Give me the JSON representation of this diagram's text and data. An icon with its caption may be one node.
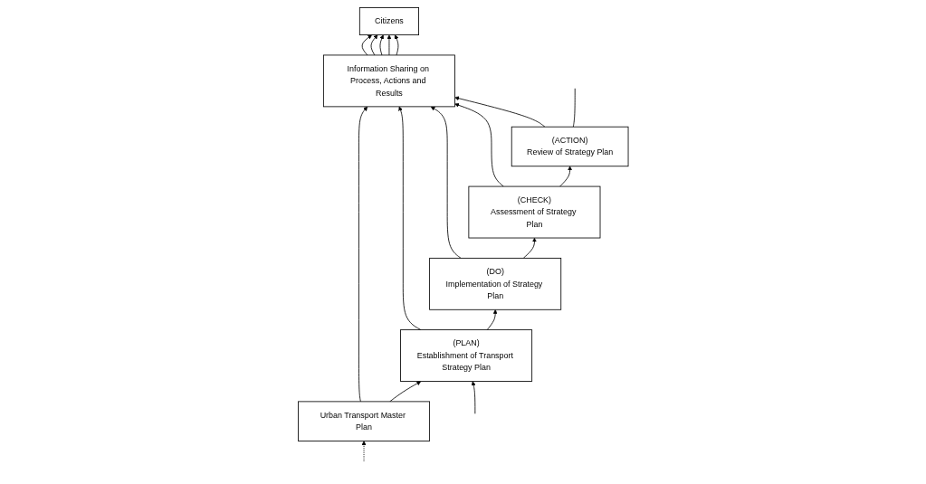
{
  "diagram": {
    "nodes": [
      {
        "text": [
          "Citizens"
        ]
      },
      {
        "text": [
          "Information Sharing on Process, Actions and Results"
        ]
      },
      {
        "text": [
          "Urban Transport Master Plan"
        ]
      },
      {
        "text": [
          "(PLAN)",
          "Establishment of Transport Strategy Plan"
        ]
      },
      {
        "text": [
          "(DO)",
          "Implementation of Strategy Plan"
        ]
      },
      {
        "text": [
          "(CHECK)",
          "Assessment of Strategy Plan"
        ]
      },
      {
        "text": [
          "(ACTION)",
          "Review of Strategy Plan"
        ]
      }
    ],
    "edges": [
      {
        "from": 1,
        "to": 0,
        "arrow": "to"
      },
      {
        "from": 1,
        "to": 0,
        "arrow": "to"
      },
      {
        "from": 1,
        "to": 0,
        "arrow": "to"
      },
      {
        "from": 1,
        "to": 0,
        "arrow": "to"
      },
      {
        "from": 1,
        "to": 0,
        "arrow": "to"
      },
      {
        "from": 2,
        "to": 1,
        "arrow": "to"
      },
      {
        "from": 3,
        "to": 1,
        "arrow": "to"
      },
      {
        "from": 4,
        "to": 1,
        "arrow": "to"
      },
      {
        "from": 5,
        "to": 1,
        "arrow": "to"
      },
      {
        "from": 6,
        "to": 1,
        "arrow": "to"
      },
      {
        "from": 2,
        "to": 3,
        "arrow": "to"
      },
      {
        "from": 3,
        "to": 4,
        "arrow": "to"
      },
      {
        "from": 4,
        "to": 5,
        "arrow": "to"
      },
      {
        "from": 5,
        "to": 6,
        "arrow": "to"
      },
      {
        "from": null,
        "to": 2,
        "arrow": "to",
        "style": "dashed"
      },
      {
        "from": null,
        "to": 3,
        "arrow": "to"
      },
      {
        "from": 6,
        "to": null,
        "arrow": "none"
      }
    ]
  }
}
